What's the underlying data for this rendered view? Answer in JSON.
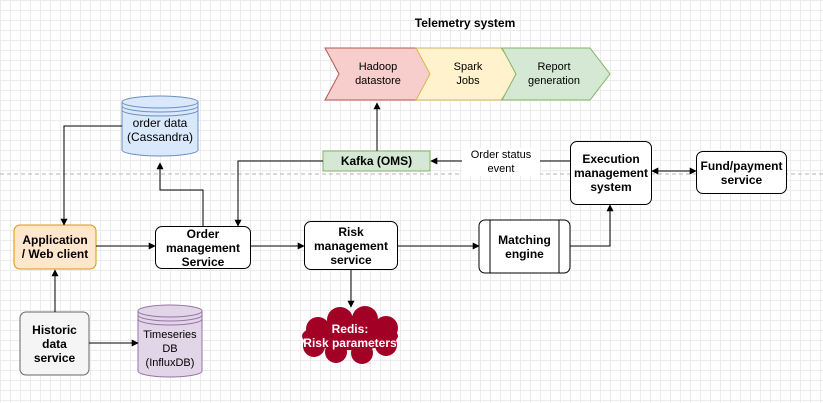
{
  "title": "Telemetry system",
  "pipeline": {
    "hadoop": "Hadoop\ndatastore",
    "spark": "Spark\nJobs",
    "report": "Report\ngeneration"
  },
  "nodes": {
    "cassandra": "order data\n(Cassandra)",
    "kafka": "Kafka (OMS)",
    "order_status": "Order  status\nevent",
    "execution": "Execution\nmanagement\nsystem",
    "fund": "Fund/payment\nservice",
    "app": "Application\n/ Web client",
    "oms": "Order\nmanagement\nService",
    "risk": "Risk\nmanagement\nservice",
    "matching": "Matching\nengine",
    "redis": "Redis:\nRisk parameters",
    "historic": "Historic\ndata\nservice",
    "timeseries": "Timeseries\nDB\n(InfluxDB)"
  },
  "colors": {
    "hadoop_fill": "#f8cecc",
    "hadoop_stroke": "#b85450",
    "spark_fill": "#fff2cc",
    "spark_stroke": "#d6b656",
    "report_fill": "#d5e8d4",
    "report_stroke": "#82b366",
    "cassandra_fill": "#dae8fc",
    "cassandra_stroke": "#6c8ebf",
    "kafka_fill": "#d5e8d4",
    "kafka_stroke": "#82b366",
    "app_fill": "#ffe6cc",
    "app_stroke": "#d79b00",
    "historic_fill": "#f5f5f5",
    "historic_stroke": "#666666",
    "timeseries_fill": "#e1d5e7",
    "timeseries_stroke": "#9673a6",
    "redis_fill": "#a20025",
    "redis_text": "#ffffff"
  }
}
